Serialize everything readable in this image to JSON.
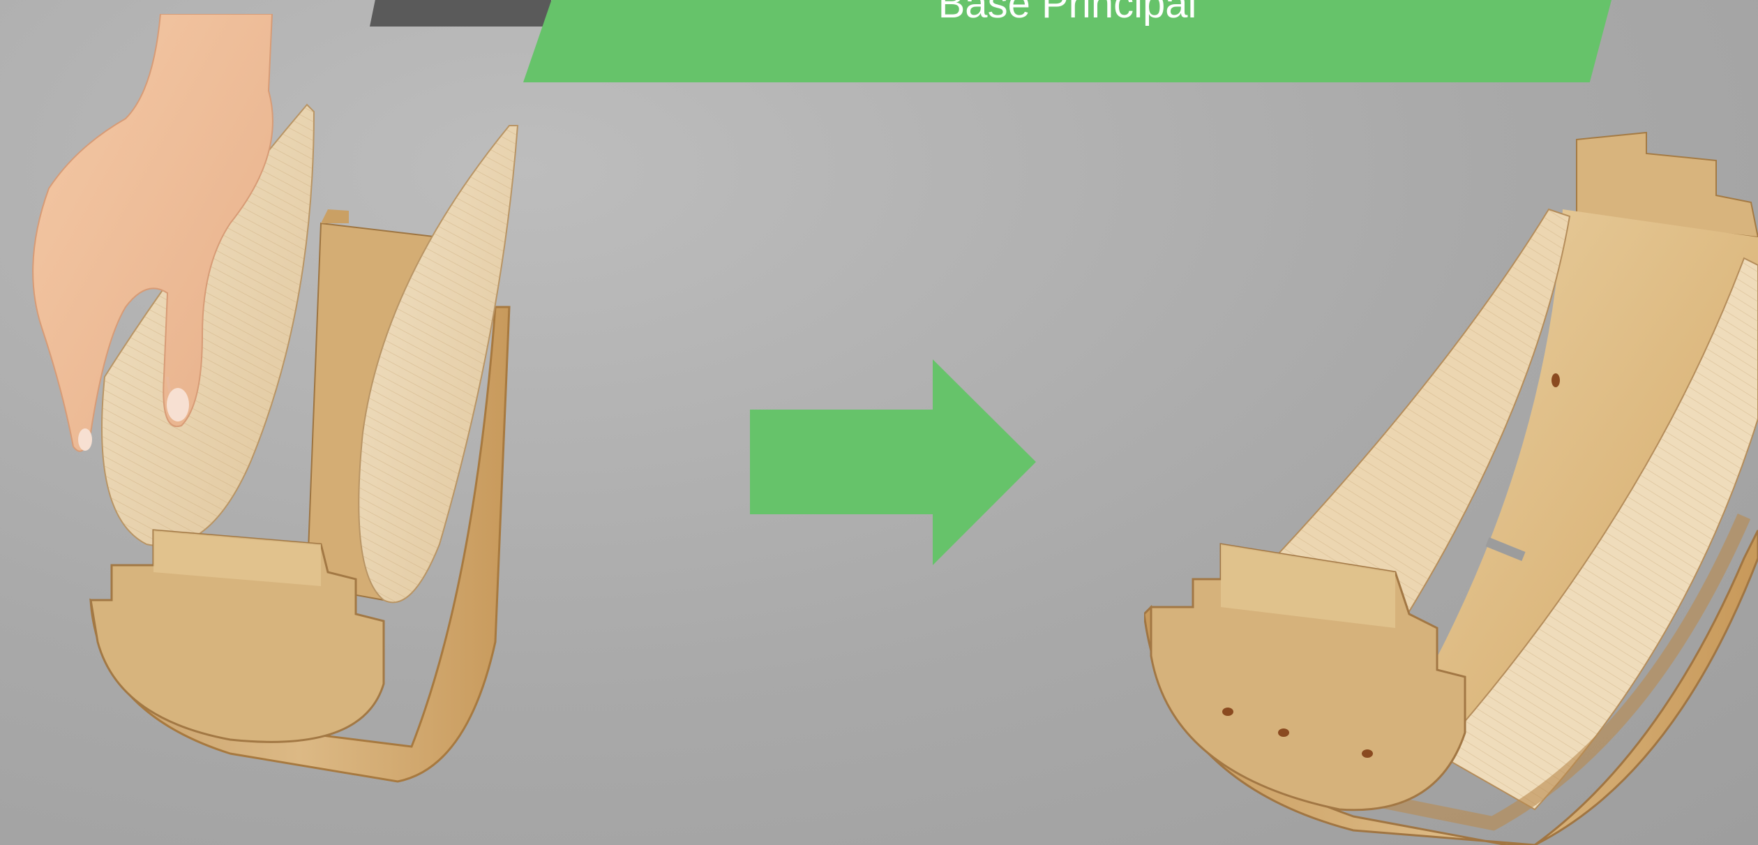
{
  "slide": {
    "title": "Base Principal"
  },
  "colors": {
    "banner": "#66c36a",
    "arrow": "#66c36a",
    "dark_tab": "#5a5a5a",
    "background": "#a9a9a9",
    "wood_light": "#e8d3b0",
    "wood_mid": "#d9b680",
    "wood_dark": "#b98a4e"
  },
  "illustrations": {
    "left": "hand-inserting-curved-side-panels-into-wooden-base",
    "right": "assembled-wooden-base",
    "arrow": "right-arrow"
  }
}
